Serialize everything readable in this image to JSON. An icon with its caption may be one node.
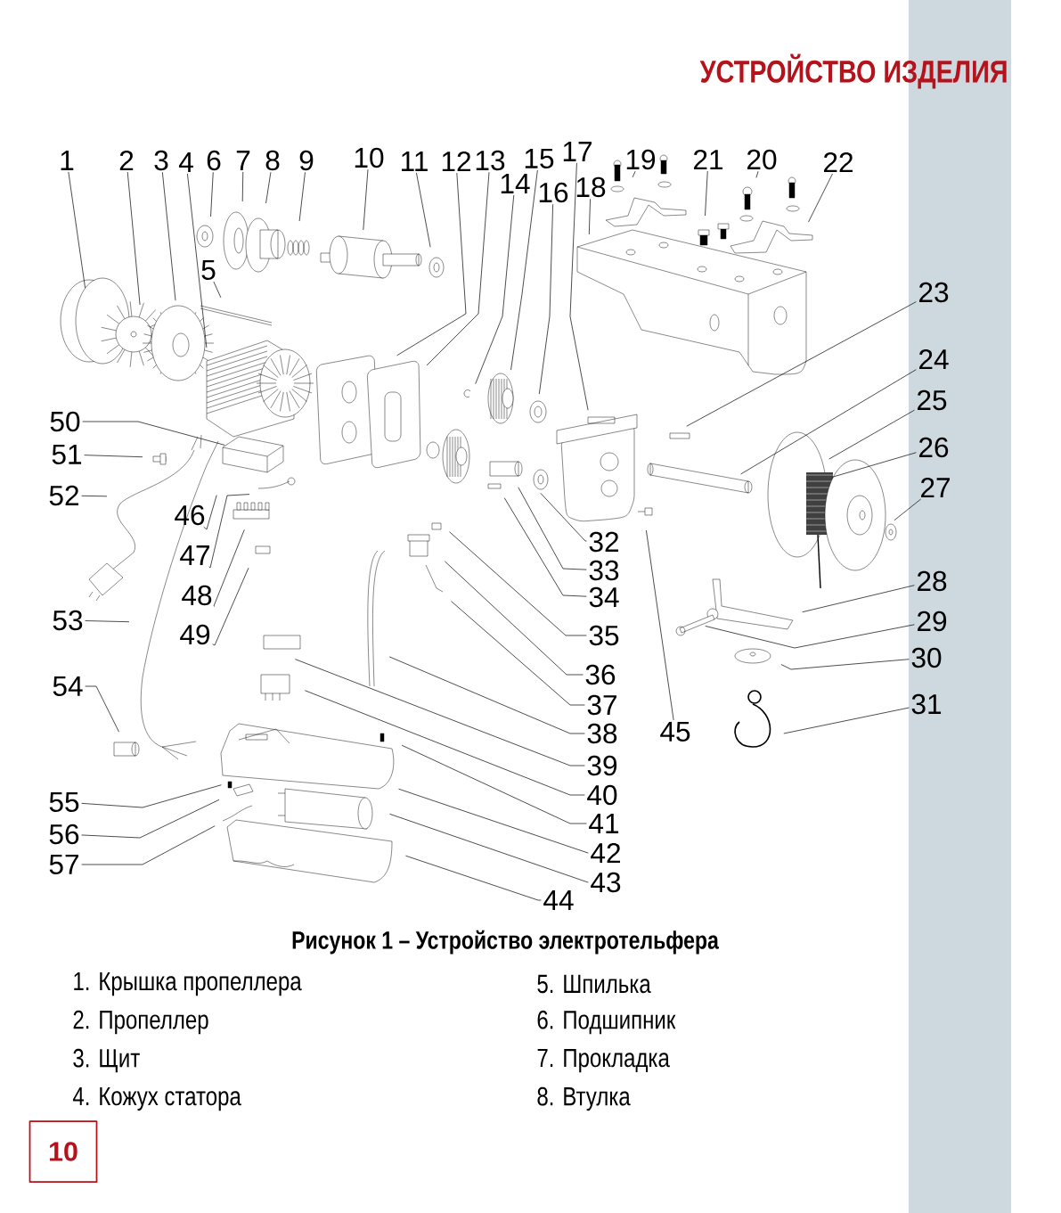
{
  "diagram": {
    "title": "УСТРОЙСТВО ИЗДЕЛИЯ",
    "caption": "Рисунок 1 – Устройство электротельфера",
    "nodes": [
      {
        "text": [
          "1"
        ]
      },
      {
        "text": [
          "2"
        ]
      },
      {
        "text": [
          "3"
        ]
      },
      {
        "text": [
          "4"
        ]
      },
      {
        "text": [
          "5"
        ]
      },
      {
        "text": [
          "6"
        ]
      },
      {
        "text": [
          "7"
        ]
      },
      {
        "text": [
          "8"
        ]
      },
      {
        "text": [
          "9"
        ]
      },
      {
        "text": [
          "10"
        ]
      },
      {
        "text": [
          "11"
        ]
      },
      {
        "text": [
          "12"
        ]
      },
      {
        "text": [
          "13"
        ]
      },
      {
        "text": [
          "14"
        ]
      },
      {
        "text": [
          "15"
        ]
      },
      {
        "text": [
          "16"
        ]
      },
      {
        "text": [
          "17"
        ]
      },
      {
        "text": [
          "18"
        ]
      },
      {
        "text": [
          "19"
        ]
      },
      {
        "text": [
          "20"
        ]
      },
      {
        "text": [
          "21"
        ]
      },
      {
        "text": [
          "22"
        ]
      },
      {
        "text": [
          "23"
        ]
      },
      {
        "text": [
          "24"
        ]
      },
      {
        "text": [
          "25"
        ]
      },
      {
        "text": [
          "26"
        ]
      },
      {
        "text": [
          "27"
        ]
      },
      {
        "text": [
          "28"
        ]
      },
      {
        "text": [
          "29"
        ]
      },
      {
        "text": [
          "30"
        ]
      },
      {
        "text": [
          "31"
        ]
      },
      {
        "text": [
          "32"
        ]
      },
      {
        "text": [
          "33"
        ]
      },
      {
        "text": [
          "34"
        ]
      },
      {
        "text": [
          "35"
        ]
      },
      {
        "text": [
          "36"
        ]
      },
      {
        "text": [
          "37"
        ]
      },
      {
        "text": [
          "38"
        ]
      },
      {
        "text": [
          "39"
        ]
      },
      {
        "text": [
          "40"
        ]
      },
      {
        "text": [
          "41"
        ]
      },
      {
        "text": [
          "42"
        ]
      },
      {
        "text": [
          "43"
        ]
      },
      {
        "text": [
          "44"
        ]
      },
      {
        "text": [
          "45"
        ]
      },
      {
        "text": [
          "46"
        ]
      },
      {
        "text": [
          "47"
        ]
      },
      {
        "text": [
          "48"
        ]
      },
      {
        "text": [
          "49"
        ]
      },
      {
        "text": [
          "50"
        ]
      },
      {
        "text": [
          "51"
        ]
      },
      {
        "text": [
          "52"
        ]
      },
      {
        "text": [
          "53"
        ]
      },
      {
        "text": [
          "54"
        ]
      },
      {
        "text": [
          "55"
        ]
      },
      {
        "text": [
          "56"
        ]
      },
      {
        "text": [
          "57"
        ]
      }
    ],
    "edges": [
      {
        "from": 0,
        "to": null,
        "arrow": "none"
      },
      {
        "from": 1,
        "to": null,
        "arrow": "none"
      },
      {
        "from": 2,
        "to": null,
        "arrow": "none"
      },
      {
        "from": 3,
        "to": null,
        "arrow": "none"
      },
      {
        "from": 4,
        "to": null,
        "arrow": "none"
      },
      {
        "from": 5,
        "to": null,
        "arrow": "none"
      },
      {
        "from": 6,
        "to": null,
        "arrow": "none"
      },
      {
        "from": 7,
        "to": null,
        "arrow": "none"
      },
      {
        "from": 8,
        "to": null,
        "arrow": "none"
      },
      {
        "from": 9,
        "to": null,
        "arrow": "none"
      },
      {
        "from": 10,
        "to": null,
        "arrow": "none"
      },
      {
        "from": 11,
        "to": null,
        "arrow": "none"
      },
      {
        "from": 12,
        "to": null,
        "arrow": "none"
      },
      {
        "from": 13,
        "to": null,
        "arrow": "none"
      },
      {
        "from": 14,
        "to": null,
        "arrow": "none"
      },
      {
        "from": 15,
        "to": null,
        "arrow": "none"
      },
      {
        "from": 16,
        "to": null,
        "arrow": "none"
      },
      {
        "from": 17,
        "to": null,
        "arrow": "none"
      },
      {
        "from": 18,
        "to": null,
        "arrow": "none"
      },
      {
        "from": 19,
        "to": null,
        "arrow": "none"
      },
      {
        "from": 20,
        "to": null,
        "arrow": "none"
      },
      {
        "from": 21,
        "to": null,
        "arrow": "none"
      },
      {
        "from": 22,
        "to": null,
        "arrow": "none"
      },
      {
        "from": 23,
        "to": null,
        "arrow": "none"
      },
      {
        "from": 24,
        "to": null,
        "arrow": "none"
      },
      {
        "from": 25,
        "to": null,
        "arrow": "none"
      },
      {
        "from": 26,
        "to": null,
        "arrow": "none"
      },
      {
        "from": 27,
        "to": null,
        "arrow": "none"
      },
      {
        "from": 28,
        "to": null,
        "arrow": "none"
      },
      {
        "from": 29,
        "to": null,
        "arrow": "none"
      },
      {
        "from": 30,
        "to": null,
        "arrow": "none"
      },
      {
        "from": 31,
        "to": null,
        "arrow": "none"
      },
      {
        "from": 32,
        "to": null,
        "arrow": "none"
      },
      {
        "from": 33,
        "to": null,
        "arrow": "none"
      },
      {
        "from": 34,
        "to": null,
        "arrow": "none"
      },
      {
        "from": 35,
        "to": null,
        "arrow": "none"
      },
      {
        "from": 36,
        "to": null,
        "arrow": "none"
      },
      {
        "from": 37,
        "to": null,
        "arrow": "none"
      },
      {
        "from": 38,
        "to": null,
        "arrow": "none"
      },
      {
        "from": 39,
        "to": null,
        "arrow": "none"
      },
      {
        "from": 40,
        "to": null,
        "arrow": "none"
      },
      {
        "from": 41,
        "to": null,
        "arrow": "none"
      },
      {
        "from": 42,
        "to": null,
        "arrow": "none"
      },
      {
        "from": 43,
        "to": null,
        "arrow": "none"
      },
      {
        "from": 44,
        "to": null,
        "arrow": "none"
      },
      {
        "from": 45,
        "to": null,
        "arrow": "none"
      },
      {
        "from": 46,
        "to": null,
        "arrow": "none"
      },
      {
        "from": 47,
        "to": null,
        "arrow": "none"
      },
      {
        "from": 48,
        "to": null,
        "arrow": "none"
      },
      {
        "from": 49,
        "to": null,
        "arrow": "none"
      },
      {
        "from": 50,
        "to": null,
        "arrow": "none"
      },
      {
        "from": 51,
        "to": null,
        "arrow": "none"
      },
      {
        "from": 52,
        "to": null,
        "arrow": "none"
      },
      {
        "from": 53,
        "to": null,
        "arrow": "none"
      },
      {
        "from": 54,
        "to": null,
        "arrow": "none"
      },
      {
        "from": 55,
        "to": null,
        "arrow": "none"
      },
      {
        "from": 56,
        "to": null,
        "arrow": "none"
      }
    ],
    "labels": [
      "1. Крышка пропеллера",
      "5. Шпилька",
      "2. Пропеллер",
      "6. Подшипник",
      "3. Щит",
      "7. Прокладка",
      "4. Кожух статора",
      "8. Втулка",
      "10"
    ]
  }
}
